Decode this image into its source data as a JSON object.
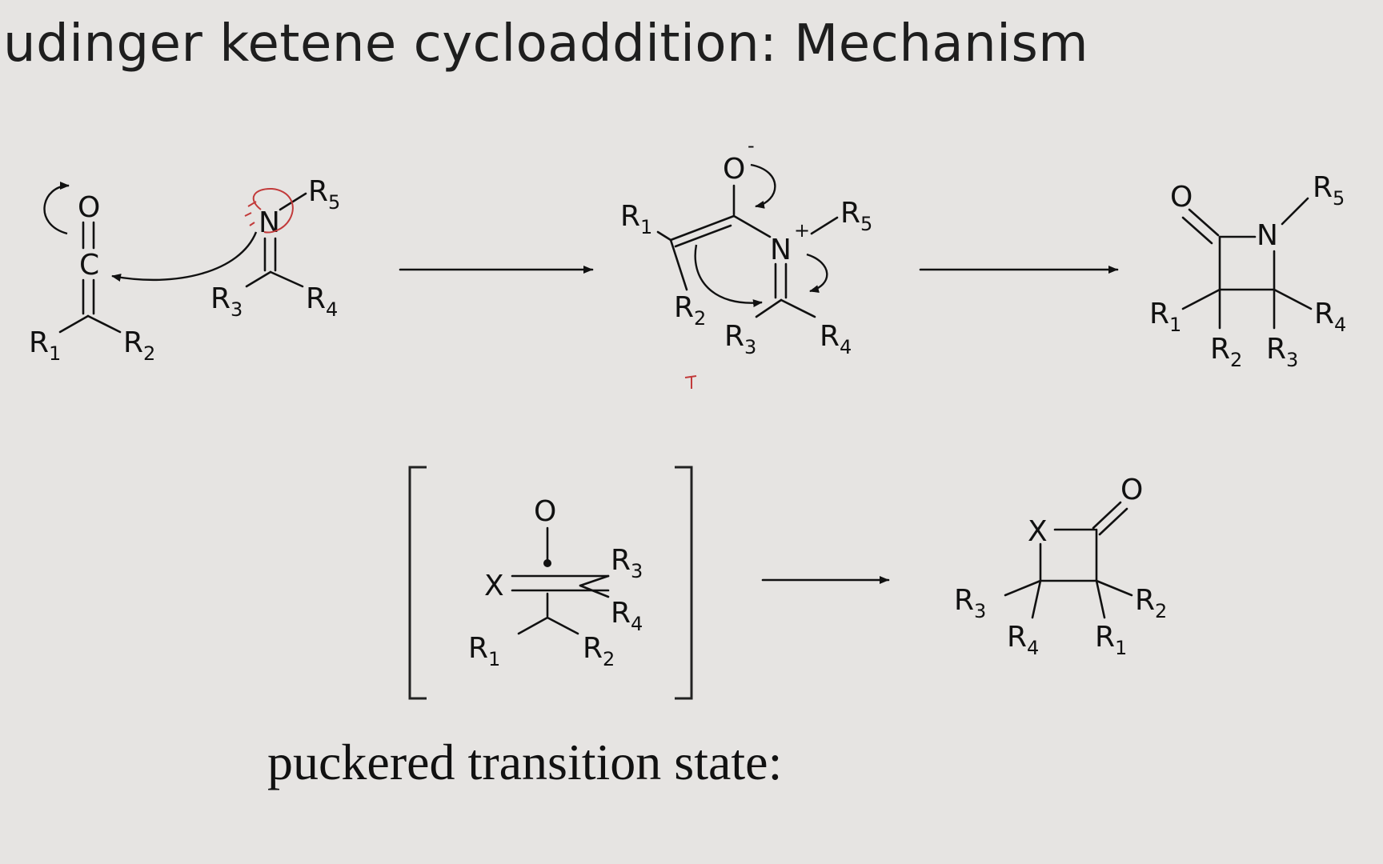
{
  "title": "udinger ketene cycloaddition: Mechanism",
  "caption": "puckered transition state:",
  "colors": {
    "background": "#e6e4e2",
    "ink": "#111111",
    "annotation": "#c23a3a"
  },
  "atoms": {
    "O": "O",
    "C": "C",
    "N": "N",
    "X": "X",
    "R": "R"
  },
  "charges": {
    "minus": "-",
    "plus": "+"
  },
  "subscripts": {
    "s1": "1",
    "s2": "2",
    "s3": "3",
    "s4": "4",
    "s5": "5"
  }
}
